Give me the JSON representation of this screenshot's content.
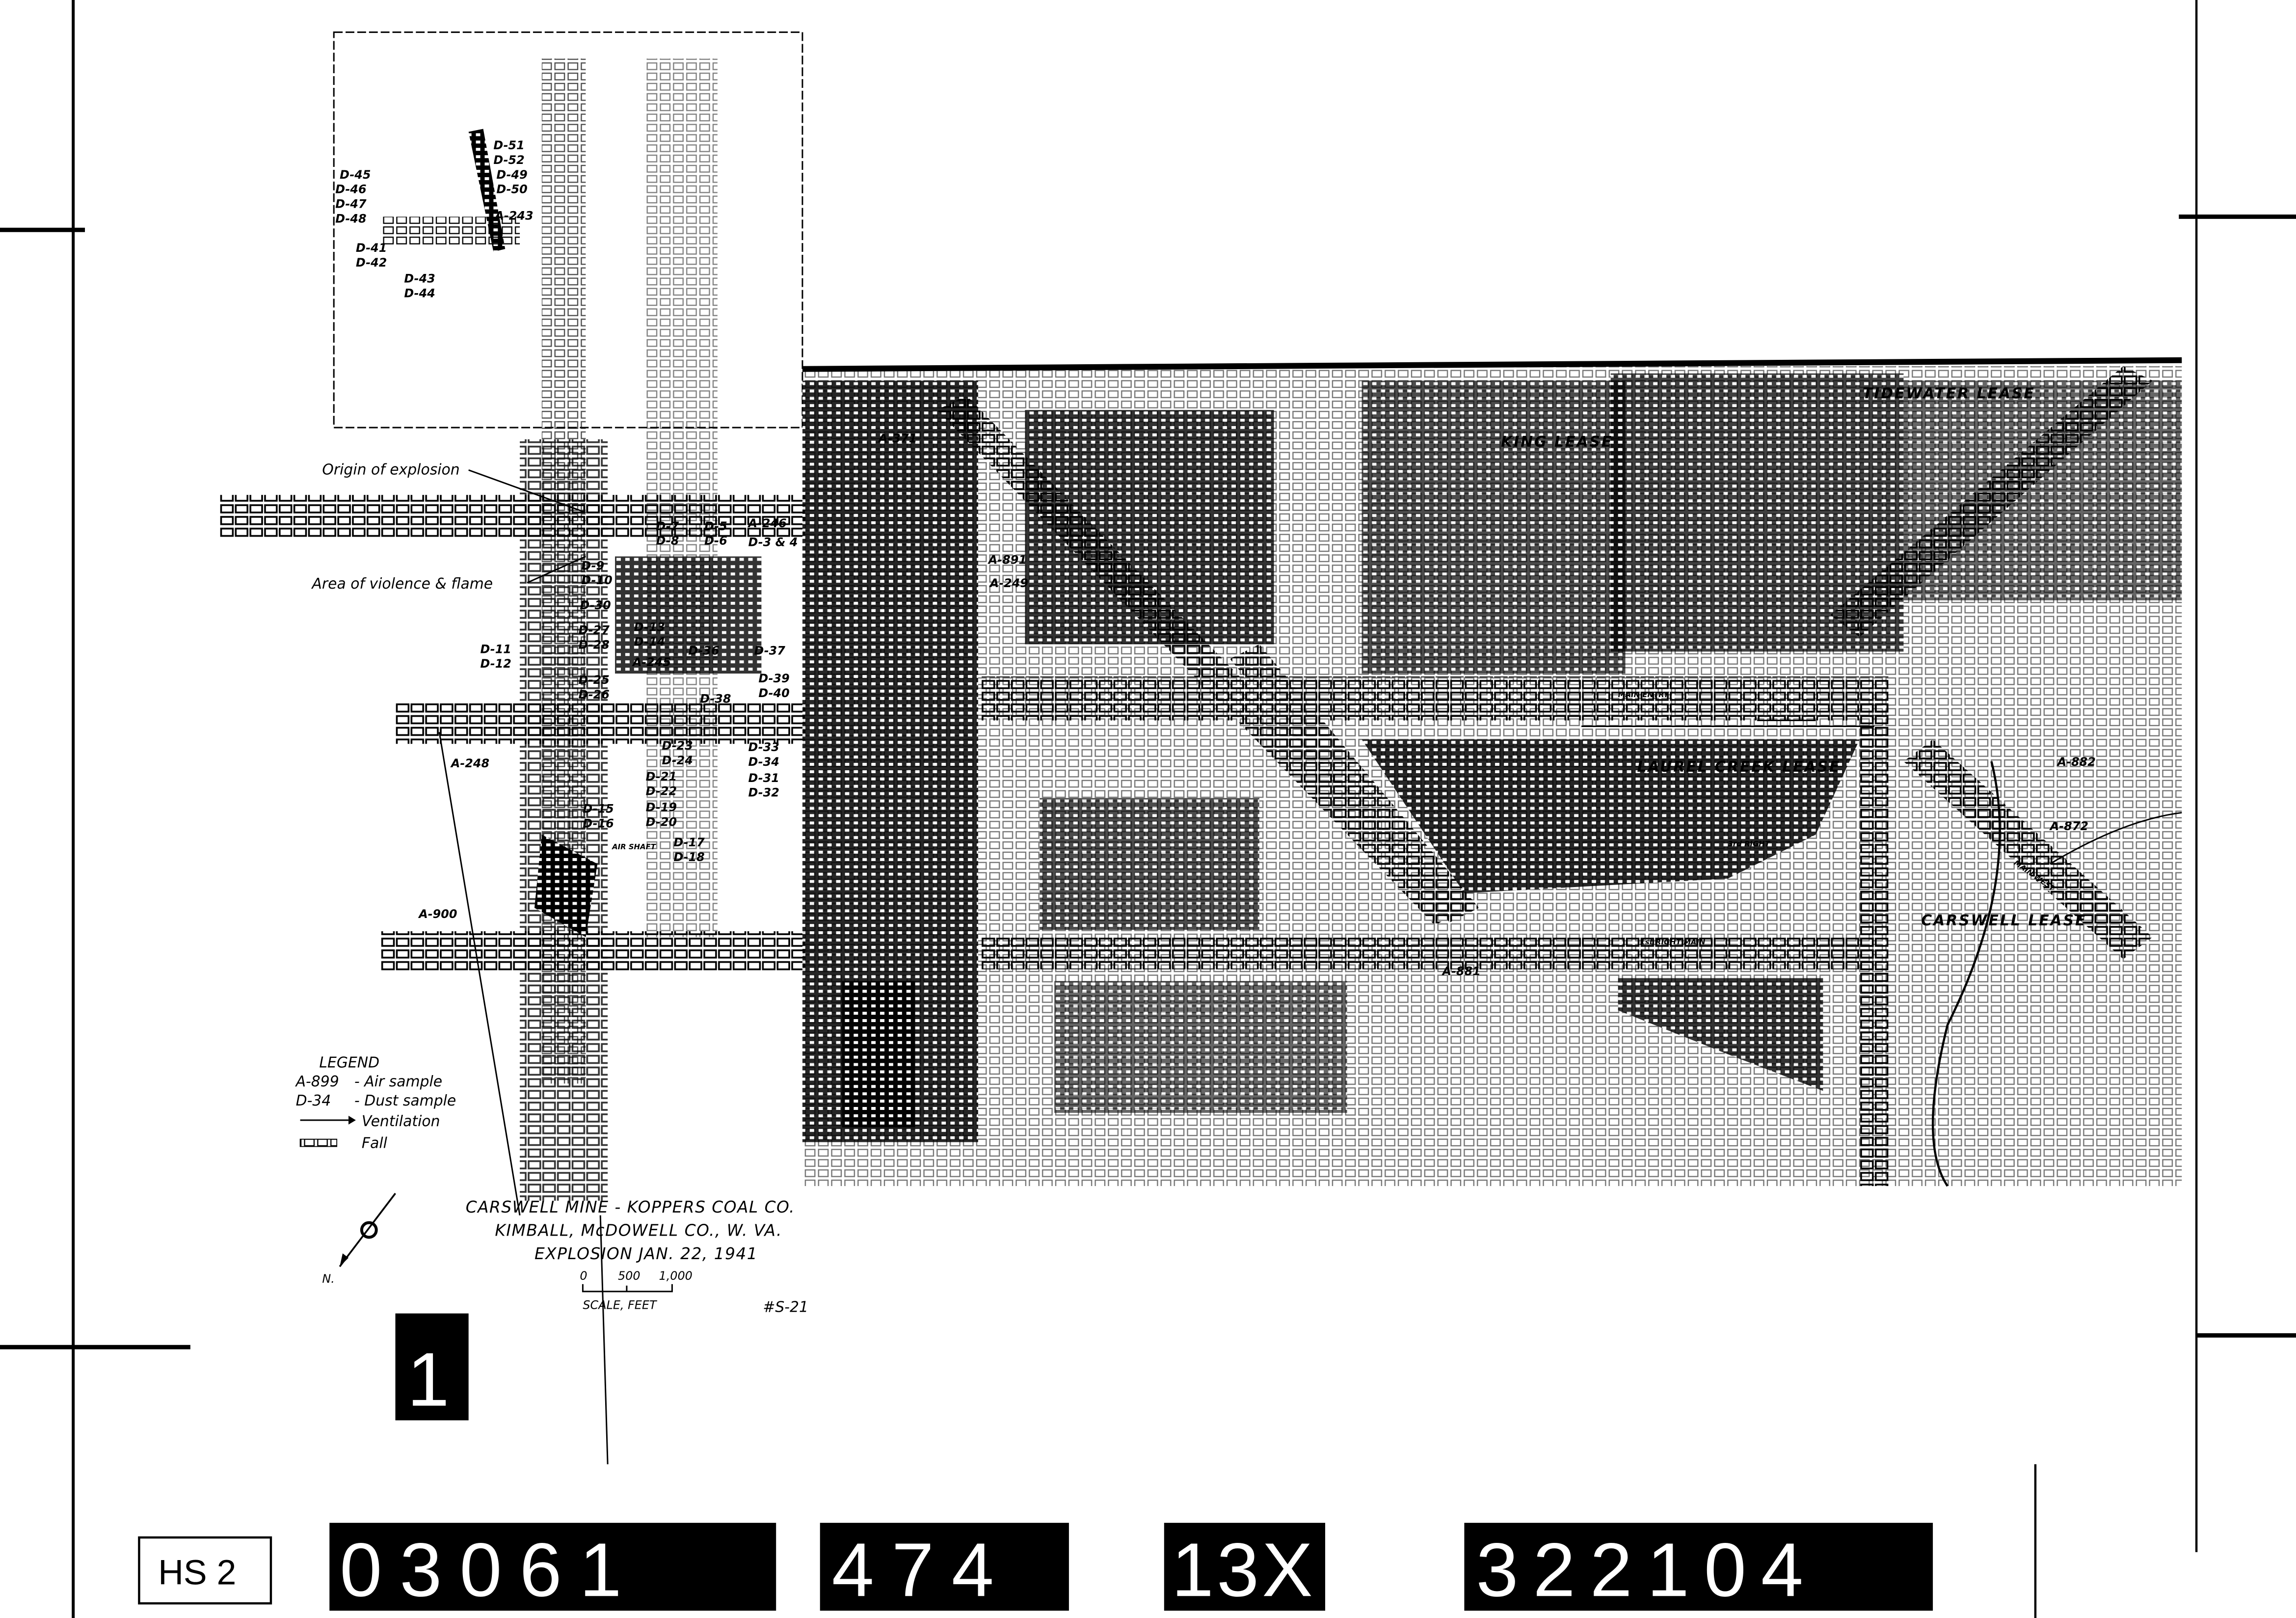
{
  "map": {
    "title_lines": [
      "CARSWELL MINE - KOPPERS COAL CO.",
      "KIMBALL, McDOWELL CO., W. VA.",
      "EXPLOSION JAN. 22, 1941"
    ],
    "sheet_number": "#S-21",
    "north_label": "N.",
    "scale": {
      "ticks": [
        "0",
        "500",
        "1,000"
      ],
      "label": "SCALE, FEET"
    },
    "legend": {
      "heading": "LEGEND",
      "items": [
        {
          "symbol": "A-899",
          "label": "- Air sample"
        },
        {
          "symbol": "D-34",
          "label": "- Dust sample"
        },
        {
          "symbol": "arrow-icon",
          "label": "Ventilation"
        },
        {
          "symbol": "fall-hatch-icon",
          "label": "Fall"
        }
      ]
    },
    "annotations": {
      "origin": "Origin of explosion",
      "area": "Area of violence & flame"
    },
    "leases": [
      "TIDEWATER LEASE",
      "KING LEASE",
      "LAUREL CREEK LEASE",
      "CARSWELL LEASE"
    ],
    "air_samples": [
      "A-891",
      "A-249",
      "A-248",
      "A-900",
      "A-881",
      "A-882",
      "A-872",
      "A-246",
      "A-243",
      "A-245",
      "A-371"
    ],
    "dust_samples": [
      "D-45",
      "D-46",
      "D-47",
      "D-48",
      "D-41",
      "D-42",
      "D-43",
      "D-44",
      "D-51",
      "D-52",
      "D-49",
      "D-50",
      "D-7",
      "D-8",
      "D-5",
      "D-6",
      "D-3 & 4",
      "D-9",
      "D-10",
      "D-30",
      "D-27",
      "D-28",
      "D-13",
      "D-14",
      "D-36",
      "D-37",
      "D-11",
      "D-12",
      "D-25",
      "D-26",
      "D-38",
      "D-39",
      "D-40",
      "D-23",
      "D-24",
      "D-21",
      "D-22",
      "D-19",
      "D-20",
      "D-33",
      "D-34",
      "D-31",
      "D-32",
      "D-15",
      "D-16",
      "D-17",
      "D-18"
    ],
    "small_labels": [
      "MAIN ENTRY",
      "AIR SHAFT",
      "1st RIGHT MAIN",
      "3rd RIGHT",
      "MAIN WEST"
    ]
  },
  "film_strip": {
    "frame": "1",
    "collection": "HS 2",
    "codes": [
      "03061",
      "474",
      "13X",
      "322104"
    ]
  }
}
